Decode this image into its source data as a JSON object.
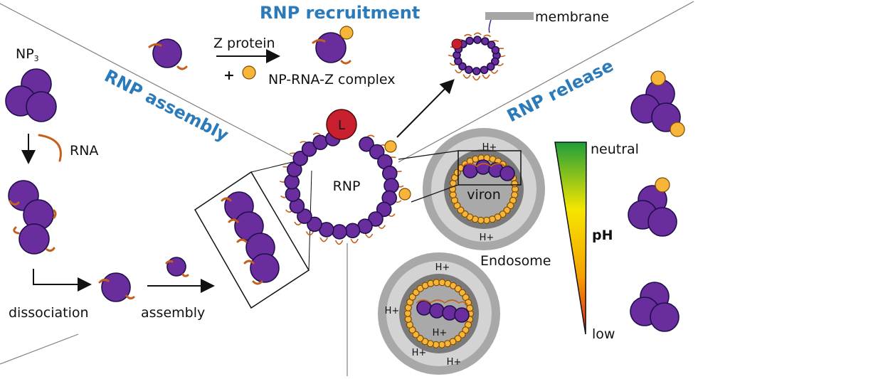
{
  "sections": {
    "assembly": "RNP assembly",
    "recruitment": "RNP recruitment",
    "release": "RNP release"
  },
  "labels": {
    "np3": "NP",
    "np3_sub": "3",
    "rna": "RNA",
    "dissociation": "dissociation",
    "assembly": "assembly",
    "z_protein": "Z protein",
    "plus": "+",
    "complex": "NP-RNA-Z complex",
    "membrane": "membrane",
    "l_protein": "L",
    "rnp": "RNP",
    "viron": "viron",
    "endosome": "Endosome",
    "h_plus": "H+",
    "ph": "pH",
    "neutral": "neutral",
    "low": "low"
  },
  "colors": {
    "np_purple": "#6a2d9e",
    "z_orange": "#f7b53a",
    "rna_orange": "#c4601b",
    "l_red": "#c8202e",
    "section_blue": "#2b7bba",
    "ph_top": "#1e9e3a",
    "ph_mid": "#f5e600",
    "ph_bottom": "#e02020"
  }
}
